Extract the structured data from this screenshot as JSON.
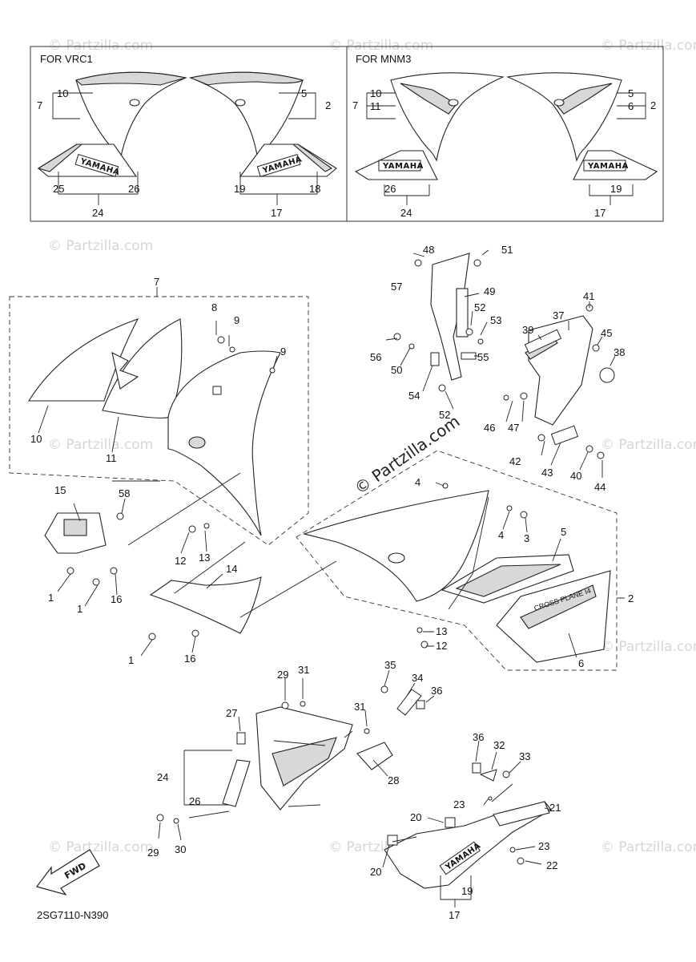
{
  "watermark": "© Partzilla.com",
  "center_watermark": "© Partzilla.com",
  "panels": {
    "left_header": "FOR VRC1",
    "right_header": "FOR MNM3"
  },
  "diagram_code": "2SG7110-N390",
  "fwd_label": "FWD",
  "brand_text": "YAMAHA",
  "graphic_text": "CROSS PLANE I4",
  "callouts": {
    "vrc1": [
      "7",
      "10",
      "5",
      "2",
      "25",
      "26",
      "24",
      "19",
      "18",
      "17"
    ],
    "mnm3": [
      "7",
      "10",
      "11",
      "5",
      "6",
      "2",
      "26",
      "24",
      "19",
      "17"
    ],
    "main": [
      "7",
      "8",
      "9",
      "9",
      "10",
      "11",
      "15",
      "58",
      "1",
      "1",
      "16",
      "12",
      "13",
      "14",
      "1",
      "16",
      "48",
      "51",
      "57",
      "49",
      "52",
      "53",
      "56",
      "50",
      "55",
      "54",
      "52",
      "41",
      "37",
      "39",
      "45",
      "38",
      "46",
      "47",
      "42",
      "43",
      "40",
      "44",
      "4",
      "4",
      "3",
      "5",
      "2",
      "13",
      "12",
      "6",
      "29",
      "31",
      "35",
      "34",
      "36",
      "27",
      "31",
      "28",
      "24",
      "26",
      "29",
      "30",
      "36",
      "32",
      "33",
      "23",
      "21",
      "20",
      "23",
      "20",
      "22",
      "19",
      "17"
    ]
  }
}
